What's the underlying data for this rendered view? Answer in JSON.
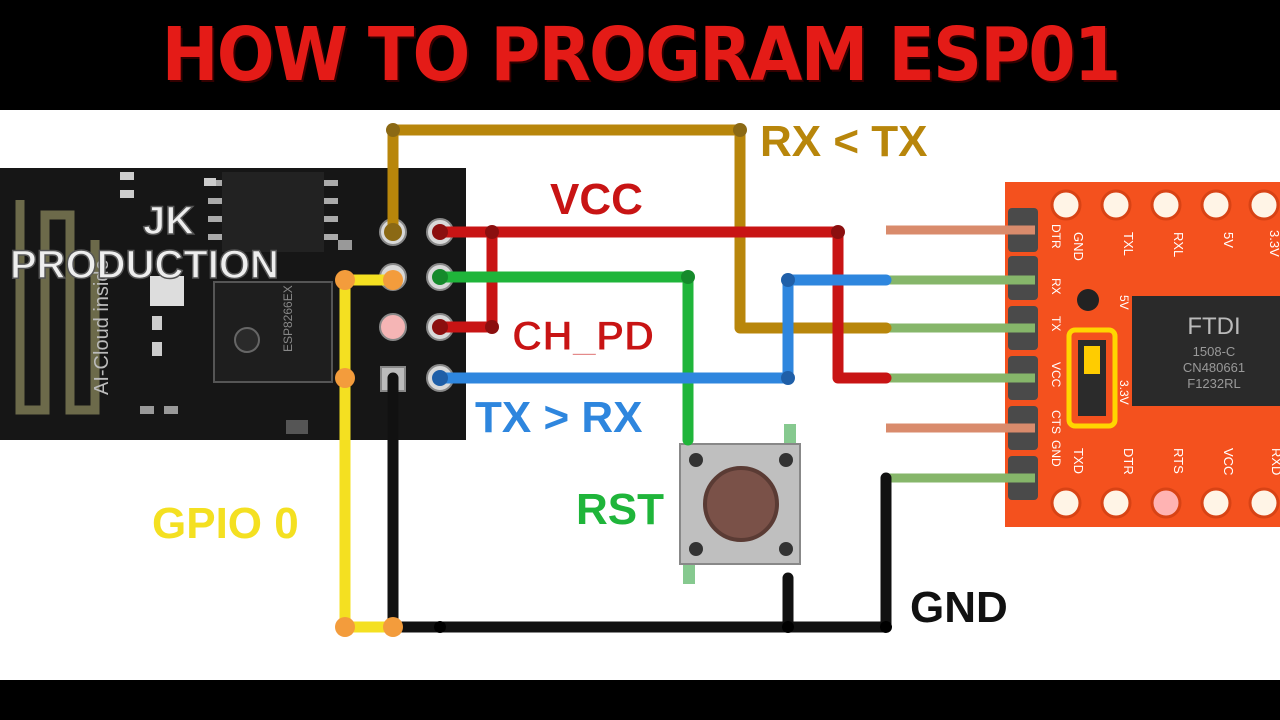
{
  "title": "HOW TO PROGRAM ESP01",
  "watermark": {
    "line1": "JK",
    "line2": "PRODUCTION"
  },
  "esp01": {
    "vertical_text": "AI-Cloud inside",
    "chip_text": "ESP8266EX"
  },
  "ftdi": {
    "brand": "FTDI",
    "chip_lines": [
      "1508-C",
      "CN480661",
      "F1232RL"
    ],
    "top_pins": [
      "GND",
      "TXL",
      "RXL",
      "5V",
      "3.3V"
    ],
    "bottom_pins": [
      "TXD",
      "DTR",
      "RTS",
      "VCC",
      "RXD"
    ],
    "side_pins": [
      "DTR",
      "RX",
      "TX",
      "VCC",
      "CTS",
      "GND"
    ],
    "jumper_5v": "5V",
    "jumper_33v": "3.3V"
  },
  "wires": {
    "rx_tx": {
      "label": "RX < TX",
      "color": "#b8860b"
    },
    "vcc": {
      "label": "VCC",
      "color": "#c81414"
    },
    "ch_pd": {
      "label": "CH_PD",
      "color": "#c81414"
    },
    "tx_rx": {
      "label": "TX > RX",
      "color": "#2e86de"
    },
    "rst": {
      "label": "RST",
      "color": "#1fb53a"
    },
    "gpio0": {
      "label": "GPIO 0",
      "color": "#f4e021"
    },
    "gnd": {
      "label": "GND",
      "color": "#111111"
    }
  }
}
